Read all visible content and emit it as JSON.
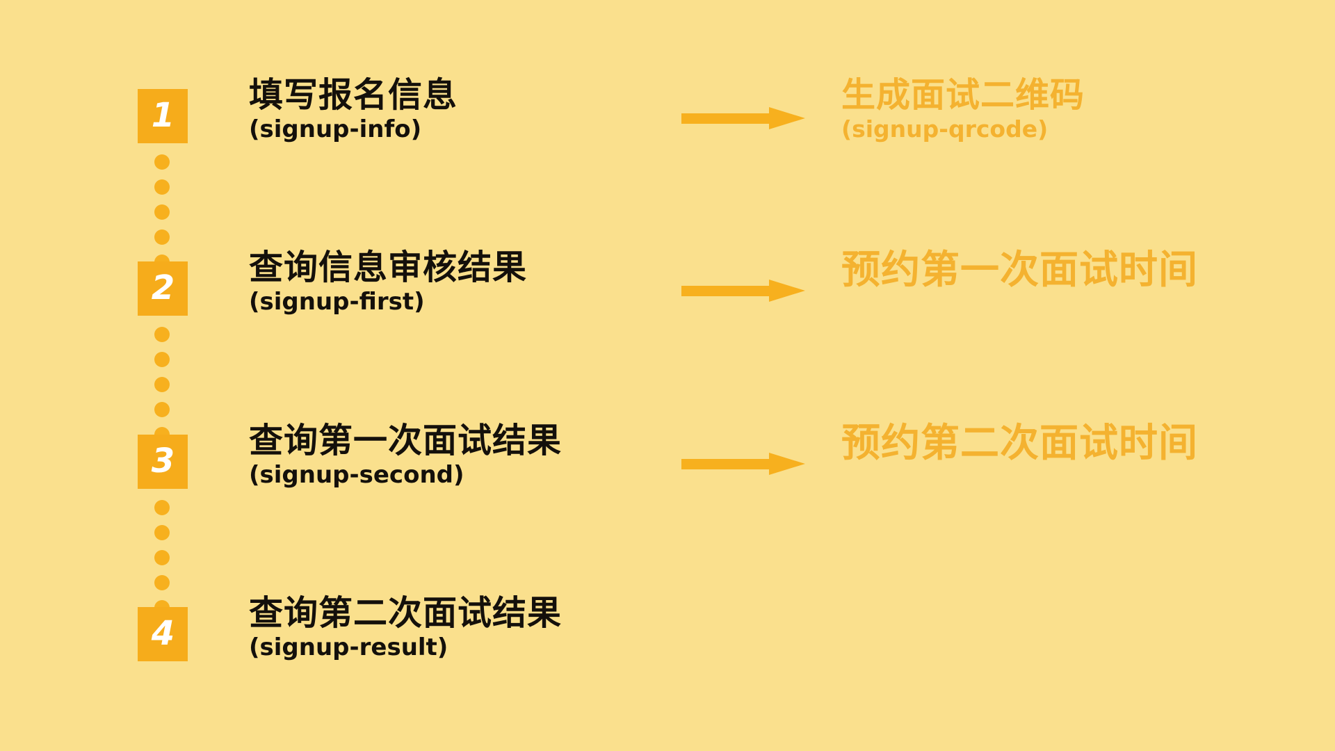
{
  "theme": {
    "background": "#FAE08D",
    "accent": "#F6AC1B",
    "arrow_color": "#F7B01E",
    "dot_color": "#F7B01E",
    "primary_text": "#14100B",
    "secondary_text": "#F4B230",
    "badge_number_color": "#FFFFFF"
  },
  "steps": [
    {
      "number": "1",
      "title_cn": "填写报名信息",
      "title_en": "(signup-info)",
      "arrow": "arrow-right",
      "result_cn": "生成面试二维码",
      "result_en": "(signup-qrcode)",
      "result_size": "small"
    },
    {
      "number": "2",
      "title_cn": "查询信息审核结果",
      "title_en": "(signup-first)",
      "arrow": "arrow-right",
      "result_cn": "预约第一次面试时间",
      "result_en": "",
      "result_size": "large"
    },
    {
      "number": "3",
      "title_cn": "查询第一次面试结果",
      "title_en": "(signup-second)",
      "arrow": "arrow-right",
      "result_cn": "预约第二次面试时间",
      "result_en": "",
      "result_size": "large"
    },
    {
      "number": "4",
      "title_cn": "查询第二次面试结果",
      "title_en": "(signup-result)",
      "arrow": "",
      "result_cn": "",
      "result_en": "",
      "result_size": "large"
    }
  ],
  "connectors": [
    {
      "dot_count": 5
    },
    {
      "dot_count": 5
    },
    {
      "dot_count": 5
    }
  ]
}
